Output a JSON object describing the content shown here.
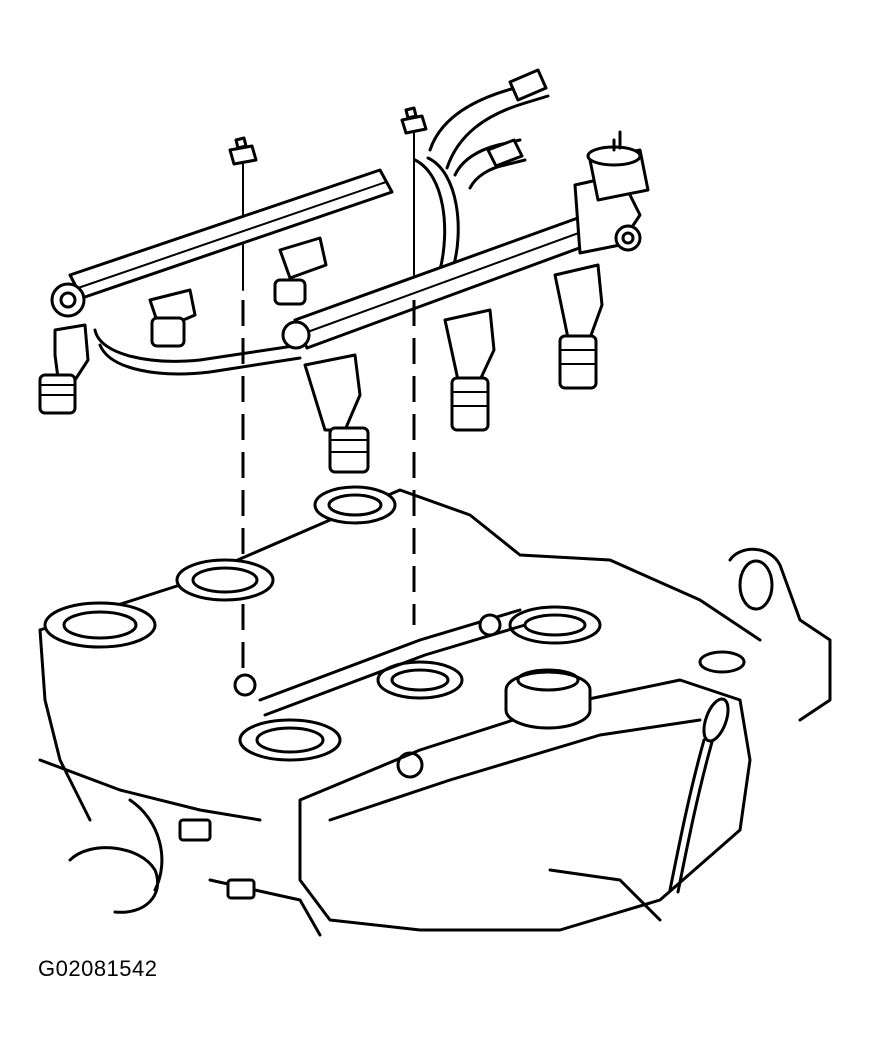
{
  "figure": {
    "id_label": "G02081542",
    "description_components": [
      "fuel-rail",
      "fuel-injector",
      "fuel-pressure-regulator",
      "fuel-lines",
      "mounting-bolt",
      "intake-manifold",
      "engine-block",
      "oil-dipstick",
      "oil-filler-cap"
    ]
  },
  "colors": {
    "ink": "#000000",
    "paper": "#ffffff"
  }
}
